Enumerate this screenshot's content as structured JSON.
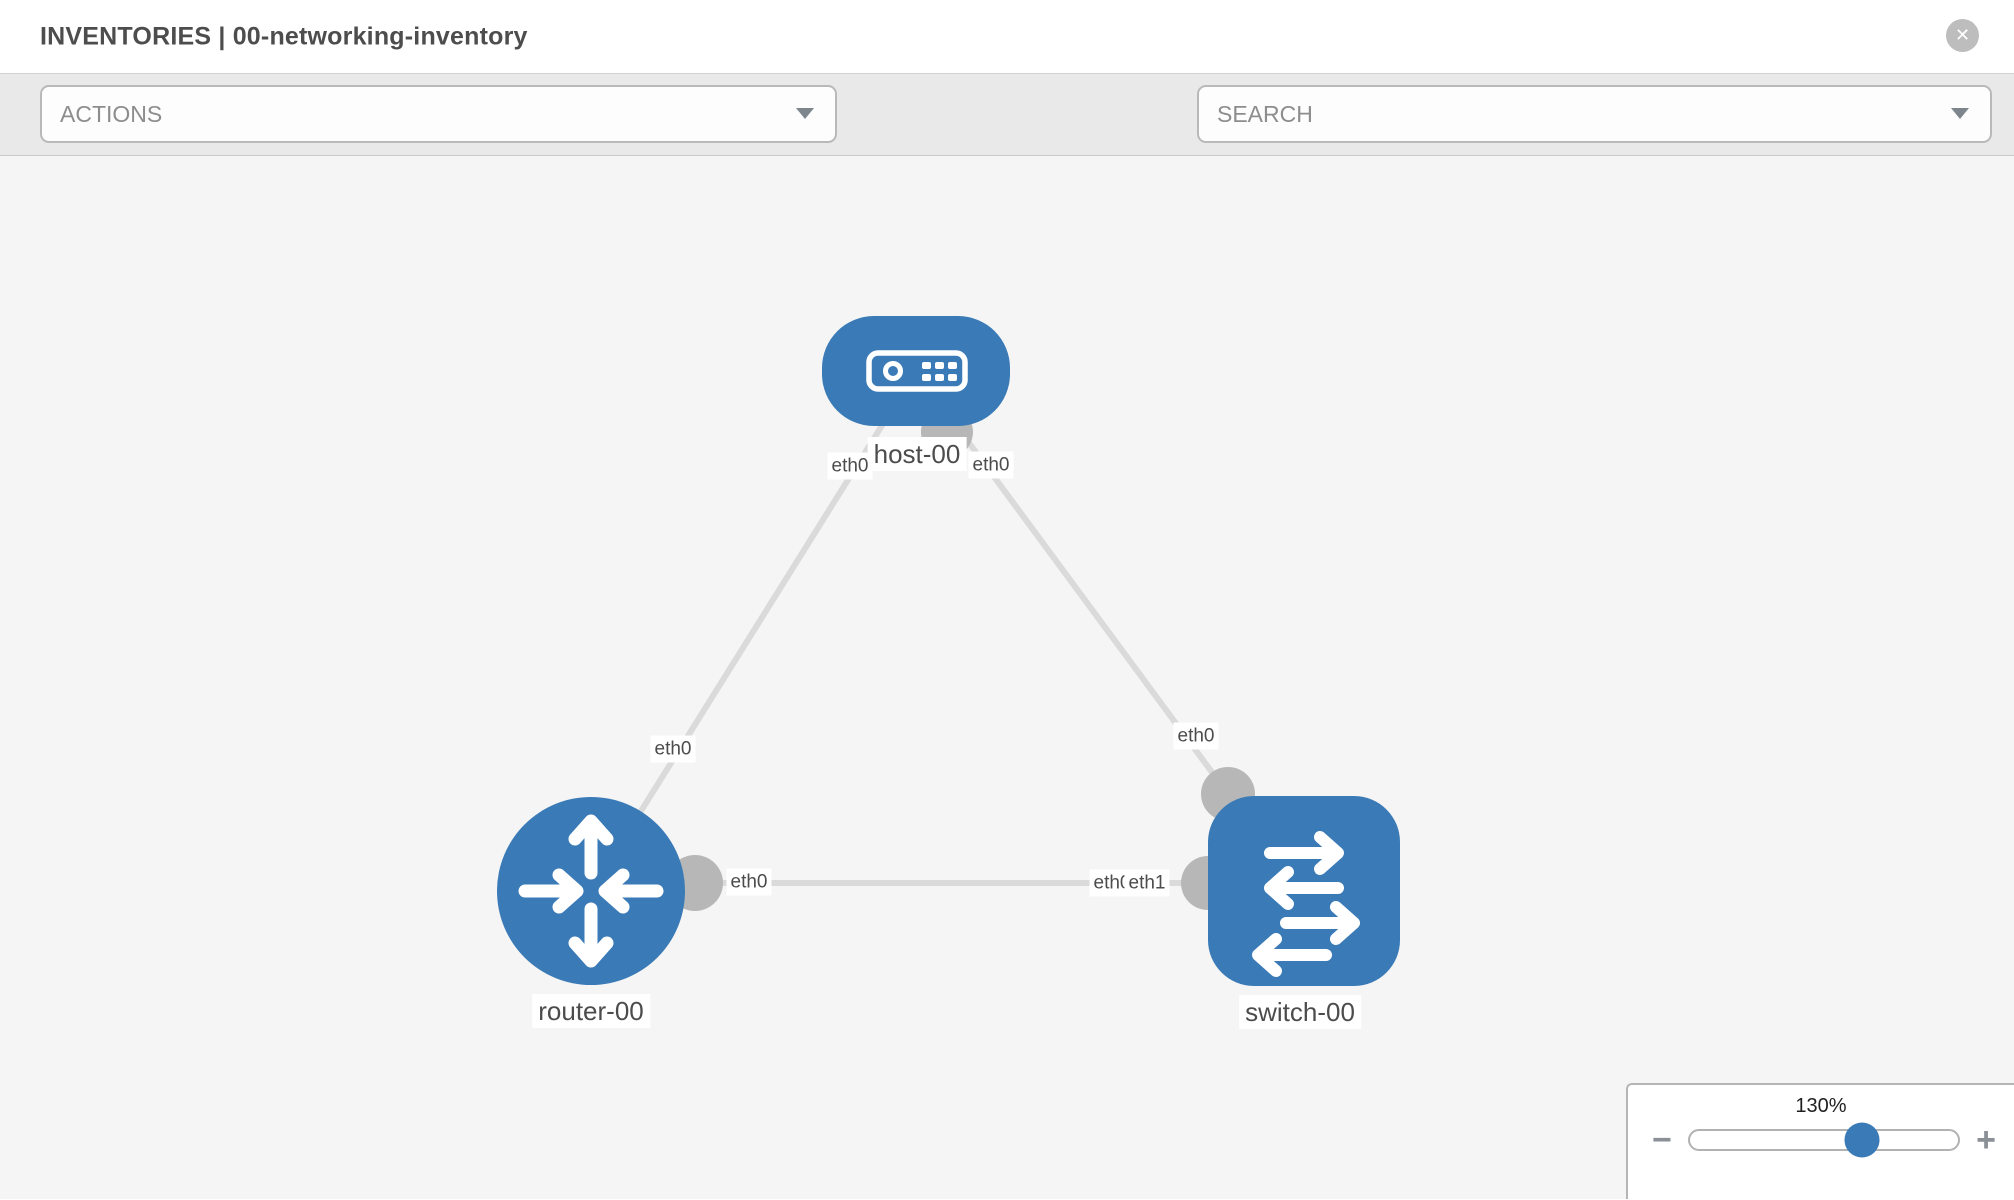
{
  "header": {
    "title": "INVENTORIES | 00-networking-inventory",
    "close_glyph": "✕"
  },
  "toolbar": {
    "actions_label": "ACTIONS",
    "search_placeholder": "SEARCH",
    "icons": [
      "wrench-icon",
      "key-icon",
      "caret-down-icon"
    ]
  },
  "canvas": {
    "inventory_name": "00-networking-inventory",
    "nodes": [
      {
        "name": "host-00",
        "type": "host",
        "icon": "host-icon"
      },
      {
        "name": "router-00",
        "type": "router",
        "icon": "router-icon"
      },
      {
        "name": "switch-00",
        "type": "switch",
        "icon": "switch-icon"
      }
    ],
    "links": [
      {
        "from": "host-00",
        "from_interface": "eth0",
        "to": "router-00",
        "to_interface": "eth0"
      },
      {
        "from": "host-00",
        "from_interface": "eth0",
        "to": "switch-00",
        "to_interface": "eth0"
      },
      {
        "from": "router-00",
        "from_interface": "eth0",
        "to": "switch-00",
        "to_interface": "eth1",
        "to_interface_overlapped": "eth0"
      }
    ]
  },
  "zoom_control": {
    "level": "130%",
    "zoom_out_glyph": "−",
    "zoom_in_glyph": "+"
  },
  "colors": {
    "node_fill": "#3a7ab7",
    "link_line": "#dadada",
    "connector": "#b7b7b7",
    "toolbar_bg": "#e9e9e9",
    "canvas_bg": "#f5f5f5",
    "slider_thumb": "#3a7ab7"
  }
}
